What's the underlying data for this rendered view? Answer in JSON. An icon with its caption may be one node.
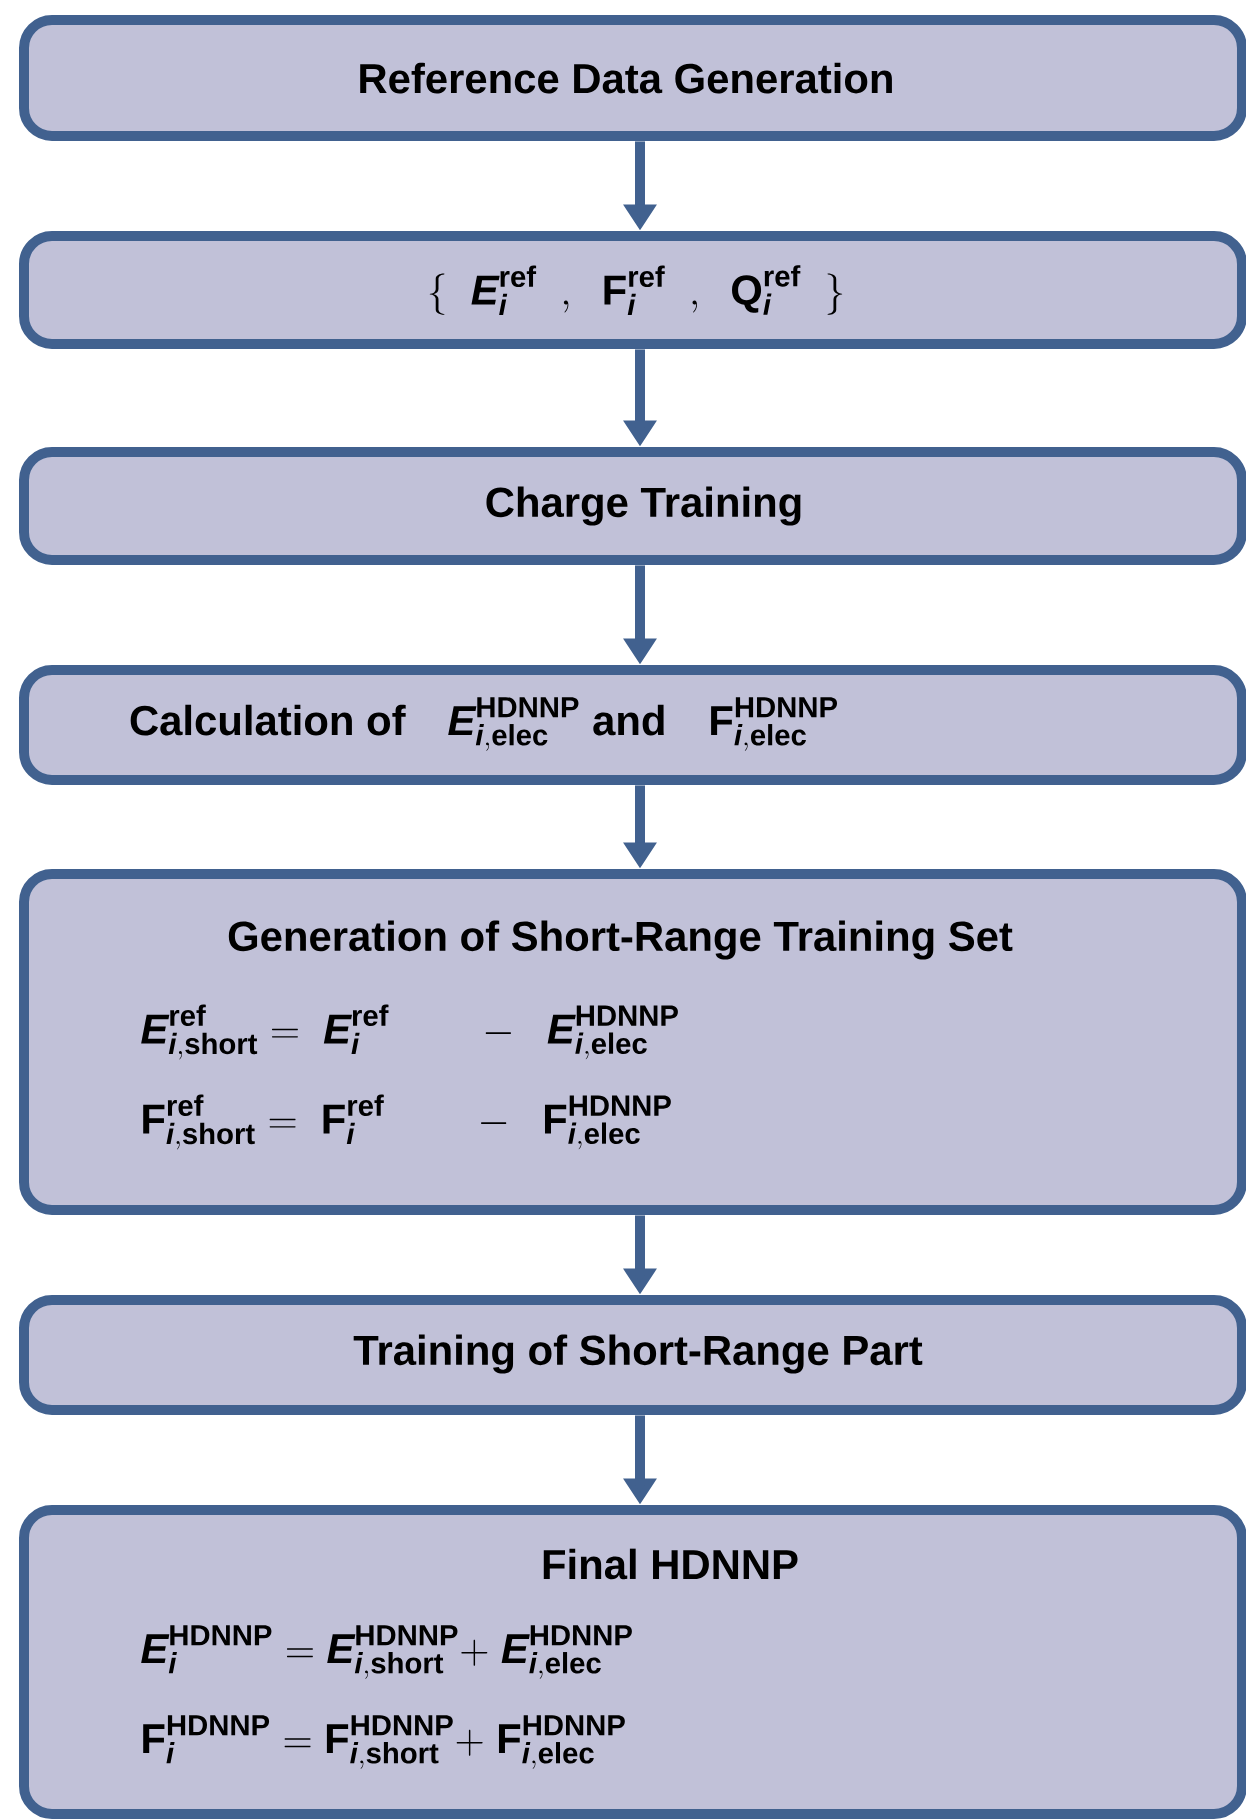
{
  "diagram": {
    "nodes": [
      {
        "text": [
          "Reference Data Generation"
        ]
      },
      {
        "text": [
          "\\{\\ \\ \\textit{E}_{\\textit{i}}^{\\text{ref}}\\ \\ ,\\ \\ \\textbf{F}_{\\textit{i}}^{\\text{ref}}\\ \\ ,\\ \\ \\textbf{Q}_{\\textit{i}}^{\\text{ref}}\\ \\ \\}"
        ]
      },
      {
        "text": [
          "Charge Training"
        ]
      },
      {
        "text": [
          "\\textbf{Calculation of}\\quad \\textit{E}_{\\textit{i},\\text{elec}}^{\\text{HDNNP}}\\ \\textbf{and}\\quad \\textbf{F}_{\\textit{i},\\text{elec}}^{\\text{HDNNP}}"
        ]
      },
      {
        "text": [
          "Generation of Short-Range Training Set",
          "\\textit{E}_{\\textit{i},\\text{short}}^{\\text{ref}}\\ \\mathbf{=}\\ \\ \\textit{E}_{\\textit{i}}^{\\text{ref}}\\qquad -\\ \\ \\textit{E}_{\\textit{i},\\text{elec}}^{\\text{HDNNP}}",
          "\\textbf{F}_{\\textit{i},\\text{short}}^{\\text{ref}}\\ \\mathbf{=}\\ \\ \\textbf{F}_{\\textit{i}}^{\\text{ref}}\\qquad -\\ \\ \\textbf{F}_{\\textit{i},\\text{elec}}^{\\text{HDNNP}}"
        ]
      },
      {
        "text": [
          "Training of Short-Range Part"
        ]
      },
      {
        "text": [
          "Final HDNNP",
          "\\textit{E}_{\\textit{i}}^{\\text{HDNNP}}\\ \\mathbf{=}\\ \\textit{E}_{\\textit{i},\\text{short}}^{\\text{HDNNP}}\\mathbf{+}\\ \\textit{E}_{\\textit{i},\\text{elec}}^{\\text{HDNNP}}",
          "\\textbf{F}_{\\textit{i}}^{\\text{HDNNP}}\\ \\mathbf{=}\\ \\textbf{F}_{\\textit{i},\\text{short}}^{\\text{HDNNP}}\\mathbf{+}\\ \\textbf{F}_{\\textit{i},\\text{elec}}^{\\text{HDNNP}}"
        ]
      }
    ],
    "edges": [
      {
        "from": 0,
        "to": 1,
        "arrow": "to"
      },
      {
        "from": 1,
        "to": 2,
        "arrow": "to"
      },
      {
        "from": 2,
        "to": 3,
        "arrow": "to"
      },
      {
        "from": 3,
        "to": 4,
        "arrow": "to"
      },
      {
        "from": 4,
        "to": 5,
        "arrow": "to"
      },
      {
        "from": 5,
        "to": 6,
        "arrow": "to"
      }
    ]
  }
}
